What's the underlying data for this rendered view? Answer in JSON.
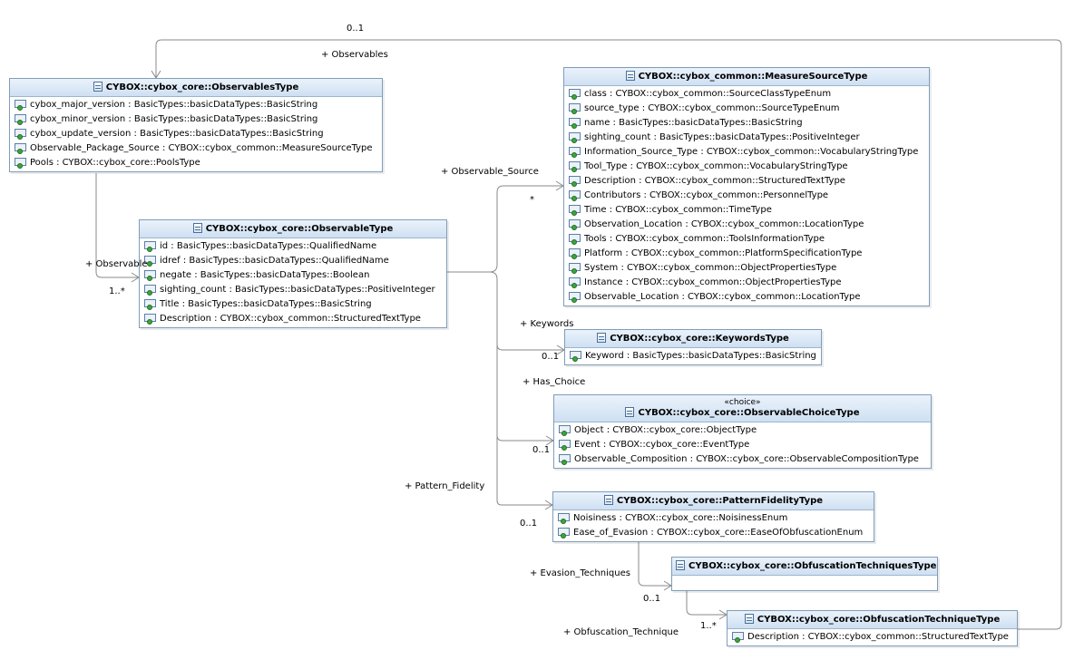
{
  "classes": [
    {
      "title": "CYBOX::cybox_core::ObservablesType",
      "attributes": [
        "cybox_major_version : BasicTypes::basicDataTypes::BasicString",
        "cybox_minor_version : BasicTypes::basicDataTypes::BasicString",
        "cybox_update_version : BasicTypes::basicDataTypes::BasicString",
        "Observable_Package_Source : CYBOX::cybox_common::MeasureSourceType",
        "Pools : CYBOX::cybox_core::PoolsType"
      ]
    },
    {
      "title": "CYBOX::cybox_core::ObservableType",
      "attributes": [
        "id : BasicTypes::basicDataTypes::QualifiedName",
        "idref : BasicTypes::basicDataTypes::QualifiedName",
        "negate : BasicTypes::basicDataTypes::Boolean",
        "sighting_count : BasicTypes::basicDataTypes::PositiveInteger",
        "Title : BasicTypes::basicDataTypes::BasicString",
        "Description : CYBOX::cybox_common::StructuredTextType"
      ]
    },
    {
      "title": "CYBOX::cybox_common::MeasureSourceType",
      "attributes": [
        "class : CYBOX::cybox_common::SourceClassTypeEnum",
        "source_type : CYBOX::cybox_common::SourceTypeEnum",
        "name : BasicTypes::basicDataTypes::BasicString",
        "sighting_count : BasicTypes::basicDataTypes::PositiveInteger",
        "Information_Source_Type : CYBOX::cybox_common::VocabularyStringType",
        "Tool_Type : CYBOX::cybox_common::VocabularyStringType",
        "Description : CYBOX::cybox_common::StructuredTextType",
        "Contributors : CYBOX::cybox_common::PersonnelType",
        "Time : CYBOX::cybox_common::TimeType",
        "Observation_Location : CYBOX::cybox_common::LocationType",
        "Tools : CYBOX::cybox_common::ToolsInformationType",
        "Platform : CYBOX::cybox_common::PlatformSpecificationType",
        "System : CYBOX::cybox_common::ObjectPropertiesType",
        "Instance : CYBOX::cybox_common::ObjectPropertiesType",
        "Observable_Location : CYBOX::cybox_common::LocationType"
      ]
    },
    {
      "title": "CYBOX::cybox_core::KeywordsType",
      "attributes": [
        "Keyword : BasicTypes::basicDataTypes::BasicString"
      ]
    },
    {
      "stereotype": "«choice»",
      "title": "CYBOX::cybox_core::ObservableChoiceType",
      "attributes": [
        "Object : CYBOX::cybox_core::ObjectType",
        "Event : CYBOX::cybox_core::EventType",
        "Observable_Composition : CYBOX::cybox_core::ObservableCompositionType"
      ]
    },
    {
      "title": "CYBOX::cybox_core::PatternFidelityType",
      "attributes": [
        "Noisiness : CYBOX::cybox_core::NoisinessEnum",
        "Ease_of_Evasion : CYBOX::cybox_core::EaseOfObfuscationEnum"
      ]
    },
    {
      "title": "CYBOX::cybox_core::ObfuscationTechniquesType",
      "attributes": []
    },
    {
      "title": "CYBOX::cybox_core::ObfuscationTechniqueType",
      "attributes": [
        "Description : CYBOX::cybox_common::StructuredTextType"
      ]
    }
  ],
  "labels": {
    "observables_mult": "0..1",
    "observables_role": "+ Observables",
    "observable_role": "+ Observable",
    "observable_mult": "1..*",
    "observable_source_role": "+ Observable_Source",
    "observable_source_mult": "*",
    "keywords_role": "+ Keywords",
    "keywords_mult": "0..1",
    "has_choice_role": "+ Has_Choice",
    "has_choice_mult": "0..1",
    "pattern_fidelity_role": "+ Pattern_Fidelity",
    "pattern_fidelity_mult": "0..1",
    "evasion_role": "+ Evasion_Techniques",
    "evasion_mult": "0..1",
    "obfuscation_role": "+ Obfuscation_Technique",
    "obfuscation_mult": "1..*"
  }
}
